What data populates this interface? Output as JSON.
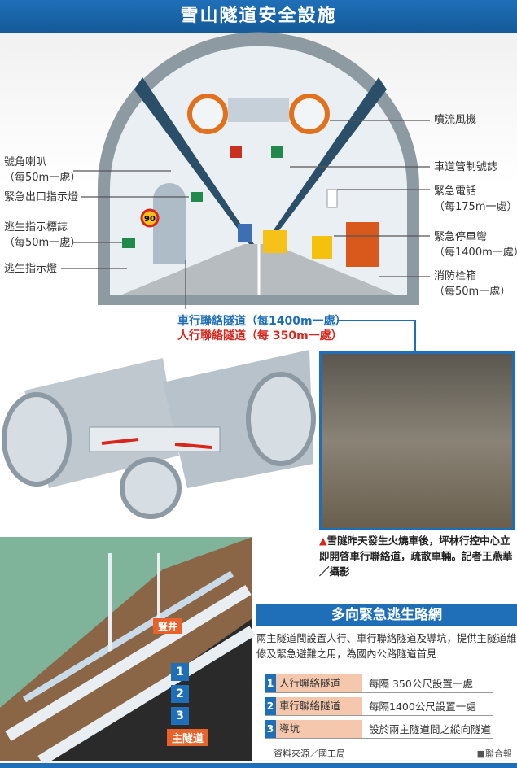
{
  "title": "雪山隧道安全設施",
  "tunnel_labels": {
    "horn": "號角喇叭",
    "horn_interval": "（每50m一處）",
    "exit_light": "緊急出口指示燈",
    "escape_sign": "逃生指示標誌",
    "escape_sign_interval": "（每50m一處）",
    "escape_light": "逃生指示燈",
    "fan": "噴流風機",
    "lane_signal": "車道管制號誌",
    "phone": "緊急電話",
    "phone_interval": "（每175m一處）",
    "bay": "緊急停車彎",
    "bay_interval": "（每1400m一處）",
    "hydrant": "消防栓箱",
    "hydrant_interval": "（每50m一處）",
    "speed_limit": "90"
  },
  "connectors": {
    "vehicle": "車行聯絡隧道（每1400m一處）",
    "pedestrian": "人行聯絡隧道（每 350m一處）"
  },
  "photo_caption": {
    "marker": "▲",
    "text": "雪隧昨天發生火燒車後，坪林行控中心立即開啓車行聯絡道，疏散車輛。記者王燕華／攝影"
  },
  "diagram_tags": {
    "shaft": "豎井",
    "n1": "1",
    "n2": "2",
    "n3": "3",
    "main": "主隧道"
  },
  "network": {
    "heading": "多向緊急逃生路網",
    "description": "兩主隧道間設置人行、車行聯絡隧道及導坑，提供主隧道維修及緊急避難之用，為國內公路隧道首見",
    "rows": [
      {
        "num": "1",
        "name": "人行聯絡隧道",
        "value": "每隔 350公尺設置一處"
      },
      {
        "num": "2",
        "name": "車行聯絡隧道",
        "value": "每隔1400公尺設置一處"
      },
      {
        "num": "3",
        "name": "導坑",
        "value": "設於兩主隧道間之縱向隧道"
      }
    ]
  },
  "source": "資料來源／國工局",
  "brand": "■聯合報",
  "colors": {
    "blue": "#1f6fb8",
    "orange": "#e8632a",
    "red": "#d9261c"
  }
}
